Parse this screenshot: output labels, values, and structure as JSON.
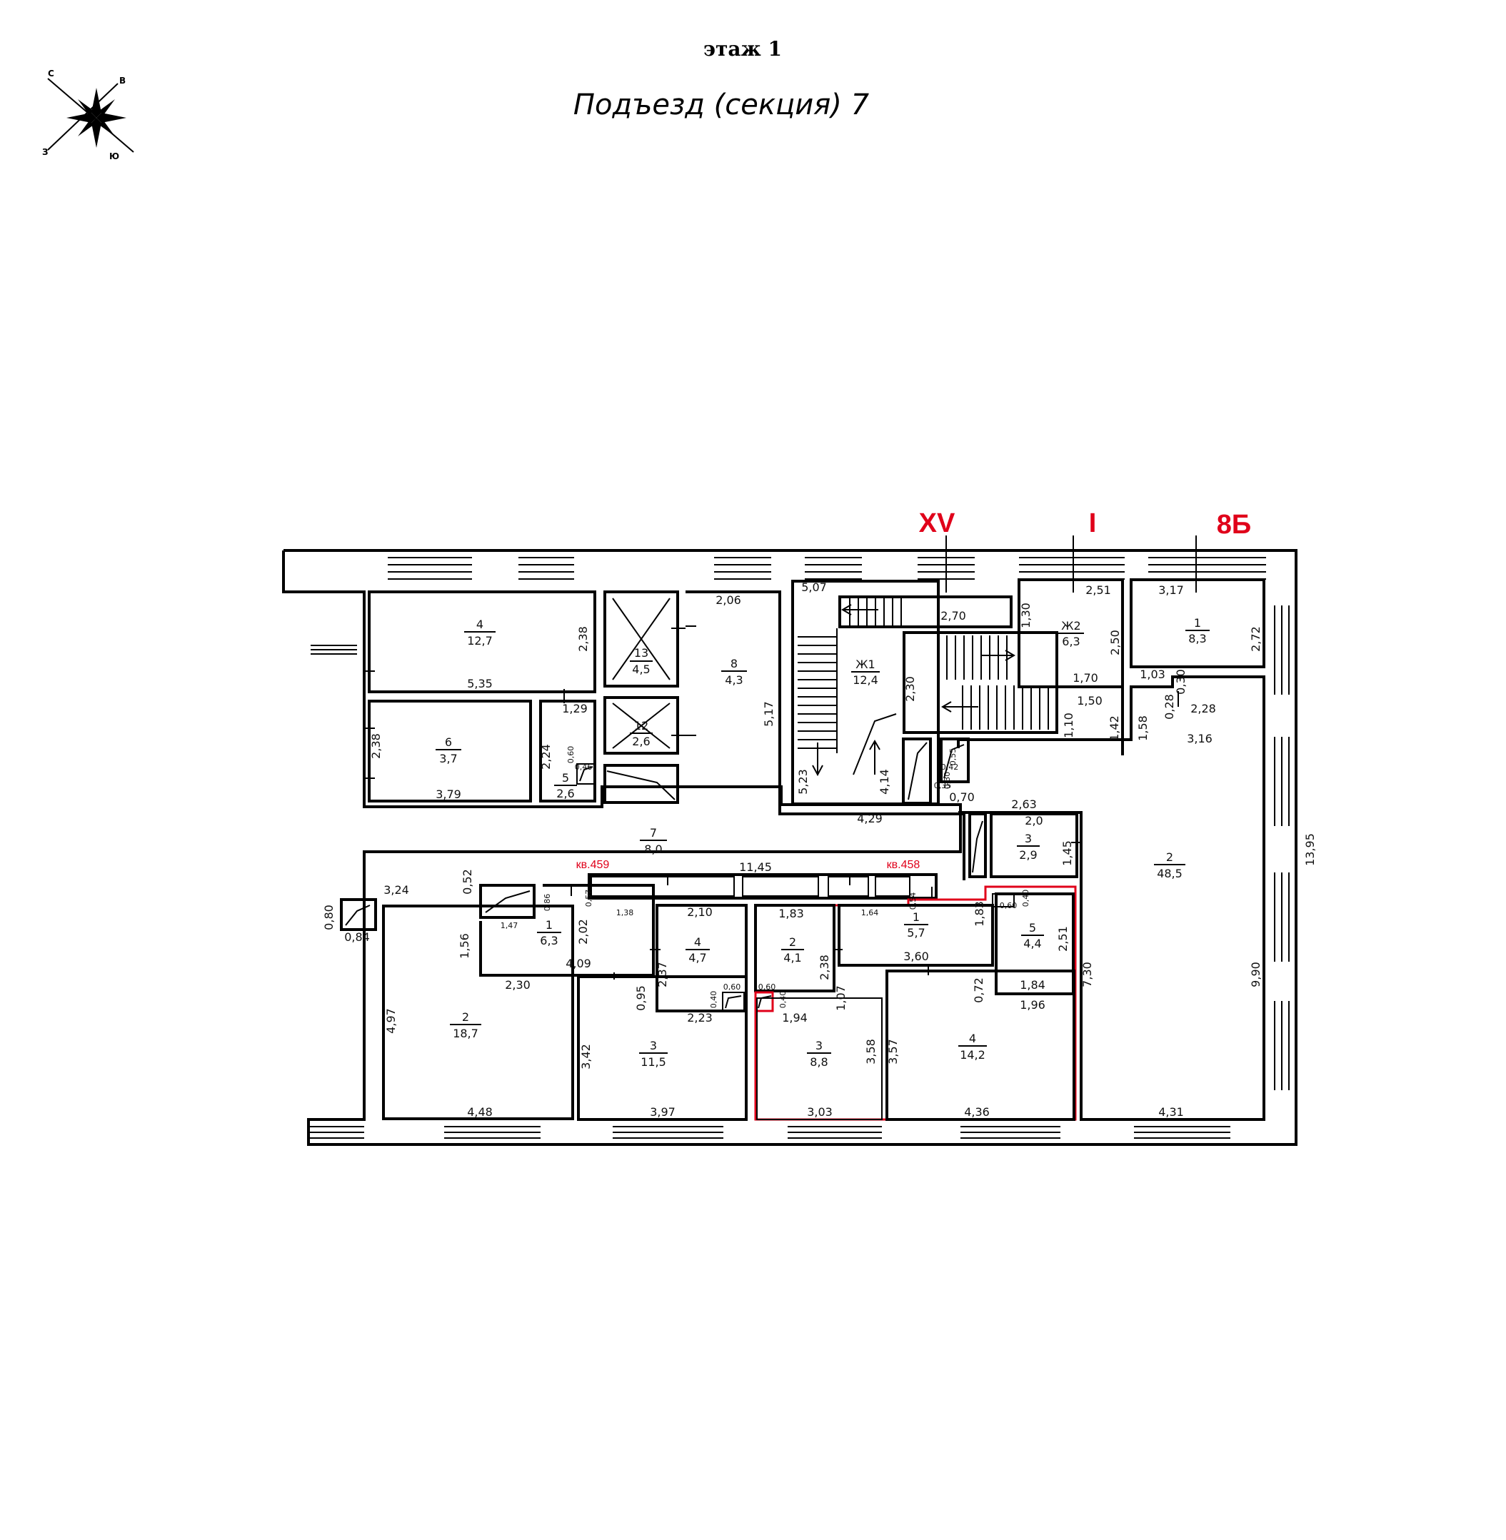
{
  "header": {
    "floor": "этаж 1",
    "section": "Подъезд (секция) 7"
  },
  "compass": {
    "icon": "compass-rose-icon",
    "letters": [
      "С",
      "В",
      "З",
      "Ю"
    ]
  },
  "markers": {
    "xv": "XV",
    "i": "I",
    "b8": "8Б"
  },
  "apartments": {
    "a459": "кв.459",
    "a458": "кв.458"
  },
  "colors": {
    "accent_red": "#e0001a",
    "line": "#000000"
  },
  "rooms": {
    "r4_top": {
      "num": "4",
      "area": "12,7"
    },
    "r13": {
      "num": "13",
      "area": "4,5"
    },
    "r8": {
      "num": "8",
      "area": "4,3"
    },
    "r6": {
      "num": "6",
      "area": "3,7"
    },
    "r5_small": {
      "num": "5",
      "area": "2,6"
    },
    "r12": {
      "num": "12",
      "area": "2,6"
    },
    "rzh1": {
      "num": "Ж1",
      "area": "12,4"
    },
    "rzh2": {
      "num": "Ж2",
      "area": "6,3"
    },
    "r1_right": {
      "num": "1",
      "area": "8,3"
    },
    "r7": {
      "num": "7",
      "area": "8,0"
    },
    "r3_small": {
      "num": "3",
      "area": "2,9"
    },
    "r2_big": {
      "num": "2",
      "area": "48,5"
    },
    "r1_459": {
      "num": "1",
      "area": "6,3"
    },
    "r2_459": {
      "num": "2",
      "area": "18,7"
    },
    "r3_459": {
      "num": "3",
      "area": "11,5"
    },
    "r4_459": {
      "num": "4",
      "area": "4,7"
    },
    "r1_458": {
      "num": "1",
      "area": "5,7"
    },
    "r2_458": {
      "num": "2",
      "area": "4,1"
    },
    "r3_458": {
      "num": "3",
      "area": "8,8"
    },
    "r4_458": {
      "num": "4",
      "area": "14,2"
    },
    "r5_458": {
      "num": "5",
      "area": "4,4"
    }
  },
  "dims": {
    "d2_06": "2,06",
    "d5_07": "5,07",
    "d2_70": "2,70",
    "d1_30": "1,30",
    "d2_51": "2,51",
    "d3_17": "3,17",
    "d2_38a": "2,38",
    "d5_35": "5,35",
    "d2_50": "2,50",
    "d2_72": "2,72",
    "d1_70": "1,70",
    "d1_03": "1,03",
    "d0_30": "0,30",
    "d0_28": "0,28",
    "d2_28": "2,28",
    "d1_50": "1,50",
    "d1_10": "1,10",
    "d1_42": "1,42",
    "d1_58": "1,58",
    "d3_16": "3,16",
    "d1_29": "1,29",
    "d5_17": "5,17",
    "d2_30a": "2,30",
    "d2_38b": "2,38",
    "d2_24": "2,24",
    "d0_60a": "0,60",
    "d0_46": "0,46",
    "d3_79": "3,79",
    "d5_23": "5,23",
    "d4_14": "4,14",
    "d0_55": "0,55",
    "d0_42": "0,42",
    "d0_30b": "0,30",
    "d0_35": "0,35",
    "d0_70": "0,70",
    "d4_29": "4,29",
    "d2_63": "2,63",
    "d2_0": "2,0",
    "d1_45": "1,45",
    "d13_95": "13,95",
    "d3_24": "3,24",
    "d0_52": "0,52",
    "d11_45": "11,45",
    "d0_80": "0,80",
    "d0_84": "0,84",
    "d0_86": "0,86",
    "d0_57": "0,57",
    "d1_38": "1,38",
    "d2_10": "2,10",
    "d1_83a": "1,83",
    "d1_64": "1,64",
    "d0_54": "0,54",
    "d1_83b": "1,83",
    "d0_60b": "0,60",
    "d0_40a": "0,40",
    "d2_51b": "2,51",
    "d1_47": "1,47",
    "d2_02": "2,02",
    "d1_56": "1,56",
    "d4_09": "4,09",
    "d2_37": "2,37",
    "d2_30b": "2,30",
    "d0_95": "0,95",
    "d0_60c": "0,60",
    "d0_40b": "0,40",
    "d0_60d": "0,60",
    "d0_40c": "0,40",
    "d2_38c": "2,38",
    "d3_60": "3,60",
    "d7_30": "7,30",
    "d9_90": "9,90",
    "d1_84": "1,84",
    "d0_72": "0,72",
    "d1_07": "1,07",
    "d1_96": "1,96",
    "d2_23": "2,23",
    "d1_94": "1,94",
    "d4_97": "4,97",
    "d3_42": "3,42",
    "d3_58": "3,58",
    "d3_57": "3,57",
    "d4_48": "4,48",
    "d3_97": "3,97",
    "d3_03": "3,03",
    "d4_36": "4,36",
    "d4_31": "4,31"
  }
}
